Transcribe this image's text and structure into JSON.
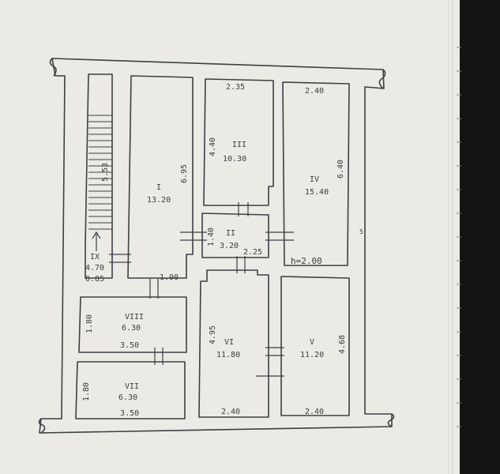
{
  "colors": {
    "paper": "#eceae4",
    "ink": "#3b3f47",
    "dark_edge": "#141414",
    "hatch": "#8a8a84"
  },
  "rooms": {
    "r1": {
      "roman": "I",
      "area": "13.20",
      "side": "6.95"
    },
    "r2": {
      "roman": "II",
      "area": "3.20",
      "side_v": "1.40",
      "side_h": "2.25"
    },
    "r3": {
      "roman": "III",
      "area": "10.30",
      "top": "2.35",
      "side": "4.40"
    },
    "r4": {
      "roman": "IV",
      "area": "15.40",
      "top": "2.40",
      "side": "6.40"
    },
    "r5": {
      "roman": "V",
      "area": "11.20",
      "bottom": "2.40",
      "side": "4.68"
    },
    "r6": {
      "roman": "VI",
      "area": "11.80",
      "bottom": "2.40",
      "side": "4.95"
    },
    "r7": {
      "roman": "VII",
      "area": "6.30",
      "bottom": "3.50",
      "side": "1.80"
    },
    "r8": {
      "roman": "VIII",
      "area": "6.30",
      "bottom": "3.50",
      "side": "1.80"
    },
    "r9": {
      "roman": "IX",
      "area": "4.70",
      "width": "0.85",
      "stair": "5.53"
    }
  },
  "corridor_top": "1.90",
  "height_note": "h=2.00",
  "wall_mark": "5"
}
